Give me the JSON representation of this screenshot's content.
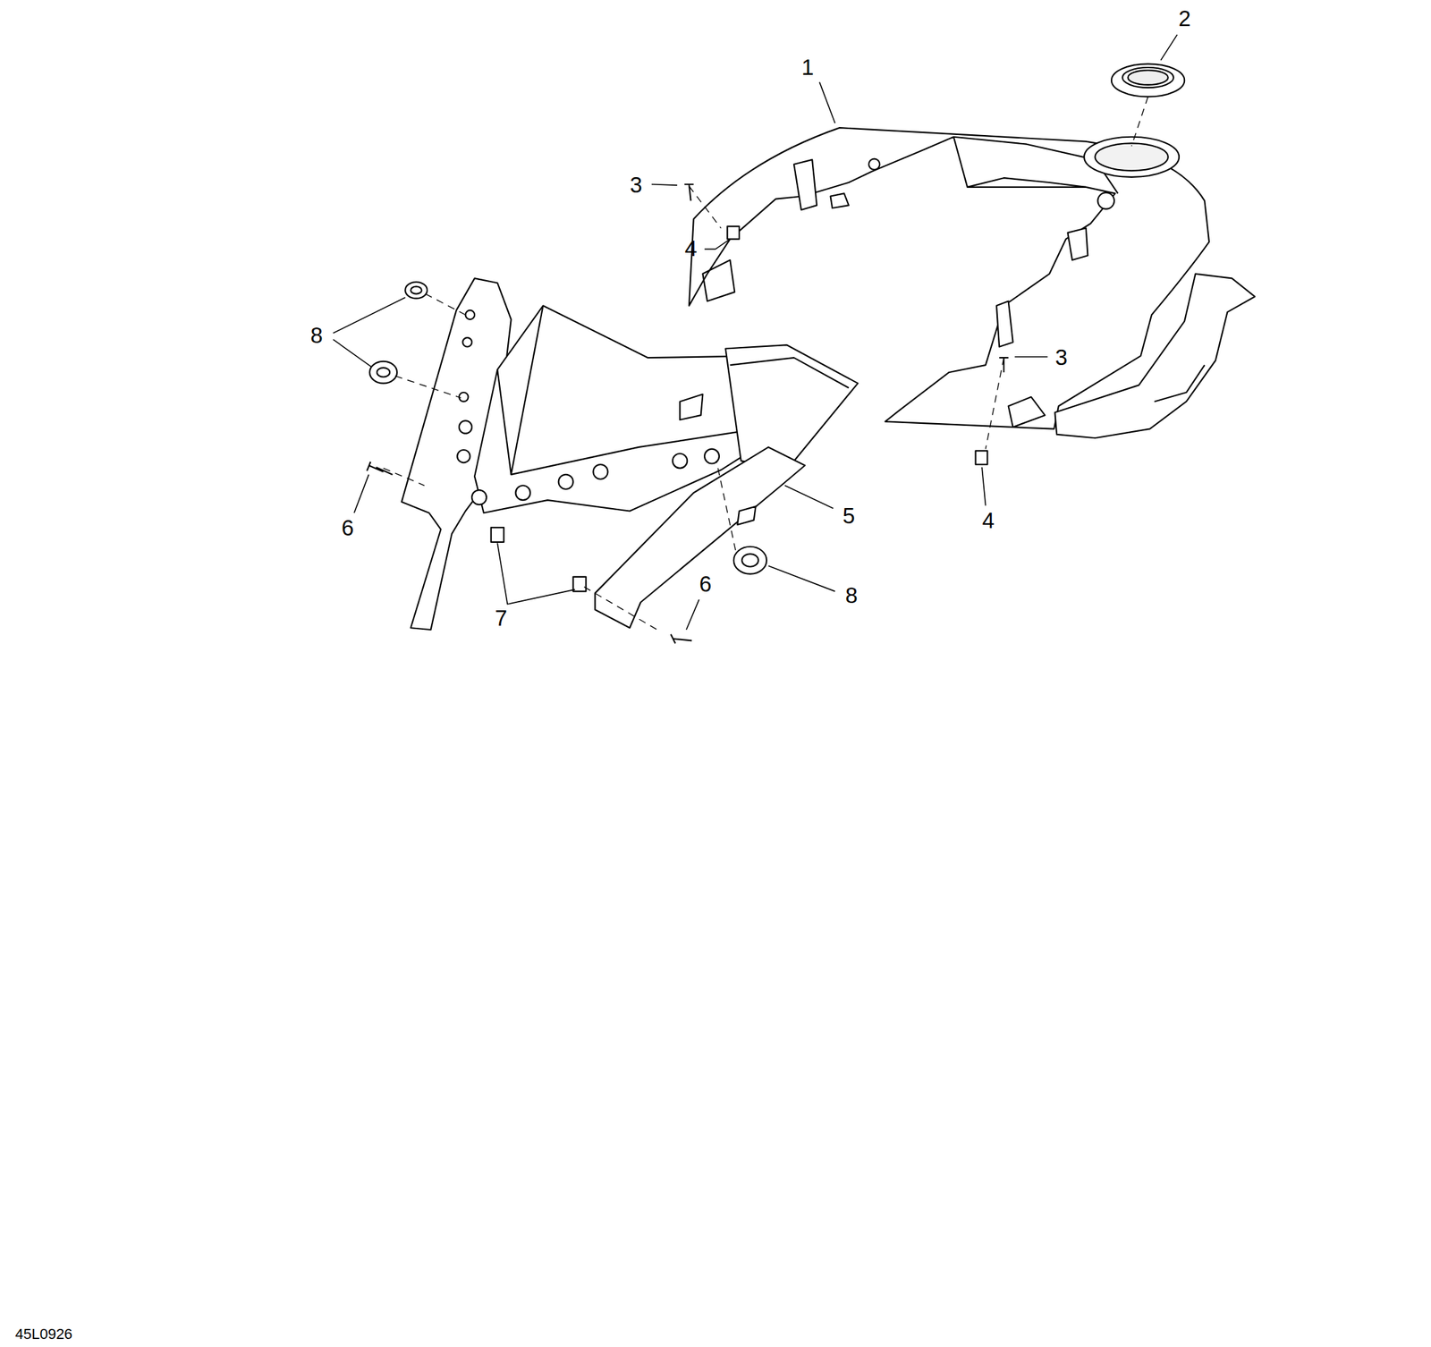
{
  "diagram": {
    "labels": [
      "2",
      "1",
      "3",
      "4",
      "8",
      "3",
      "5",
      "6",
      "4",
      "8",
      "6",
      "7",
      "45L0926"
    ]
  }
}
